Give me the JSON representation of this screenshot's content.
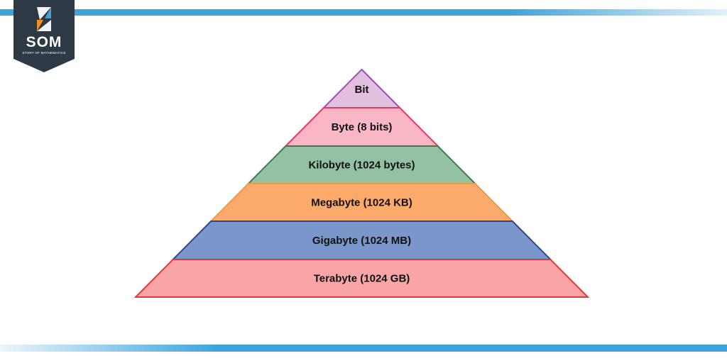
{
  "brand": {
    "name": "SOM",
    "tagline": "STORY OF MATHEMATICS",
    "icon": "som-logo-icon",
    "badge_color": "#2d3a45"
  },
  "decor": {
    "stripe_color": "#3da3dc"
  },
  "pyramid": {
    "tiers": [
      {
        "label": "Bit",
        "fill": "#e1bfdf",
        "stroke": "#9a4fb3"
      },
      {
        "label": "Byte (8 bits)",
        "fill": "#f9b7c6",
        "stroke": "#e83a62"
      },
      {
        "label": "Kilobyte (1024 bytes)",
        "fill": "#93c1a4",
        "stroke": "#3c7b52"
      },
      {
        "label": "Megabyte (1024 KB)",
        "fill": "#fcaa6c",
        "stroke": "#ef9a3a"
      },
      {
        "label": "Gigabyte (1024 MB)",
        "fill": "#7b96ca",
        "stroke": "#2d4791"
      },
      {
        "label": "Terabyte (1024 GB)",
        "fill": "#f9a5a6",
        "stroke": "#e2393e"
      }
    ]
  }
}
